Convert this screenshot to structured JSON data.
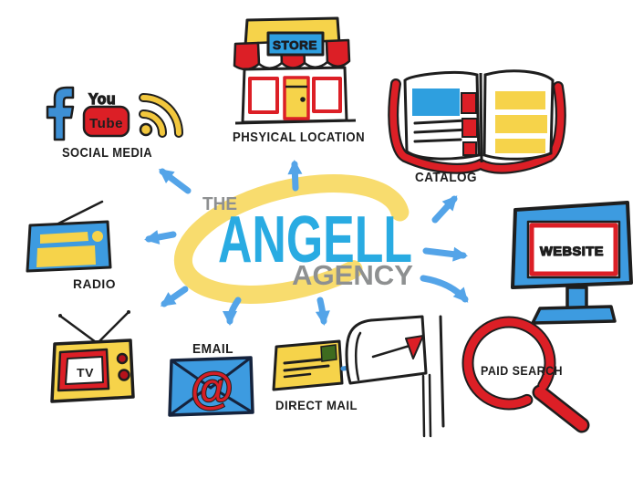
{
  "background_color": "#ffffff",
  "logo": {
    "line1": "THE",
    "line2": "ANGELL",
    "line3": "AGENCY",
    "accent_color": "#29abe2",
    "gray_color": "#8e9091",
    "swoosh_color": "#f8dc6e"
  },
  "channels": {
    "social_media": {
      "label": "SOCIAL MEDIA",
      "icons": [
        "facebook-icon",
        "youtube-icon",
        "rss-icon"
      ],
      "youtube_word_top": "You",
      "youtube_word_bottom": "Tube"
    },
    "physical_location": {
      "label": "PHSYICAL LOCATION",
      "sign_text": "STORE",
      "icon": "storefront-icon"
    },
    "catalog": {
      "label": "CATALOG",
      "icon": "open-book-icon"
    },
    "website": {
      "label": "WEBSITE",
      "icon": "monitor-icon"
    },
    "radio": {
      "label": "RADIO",
      "icon": "radio-icon"
    },
    "tv": {
      "label": "TV",
      "icon": "tv-icon"
    },
    "email": {
      "label": "EMAIL",
      "symbol": "@",
      "icon": "envelope-icon"
    },
    "direct_mail": {
      "label": "DIRECT MAIL",
      "icon": "mailbox-icon"
    },
    "paid_search": {
      "label": "PAID SEARCH",
      "icon": "magnifier-icon"
    }
  },
  "colors": {
    "arrow_blue": "#54a4e8",
    "icon_blue": "#3d9be0",
    "red": "#dc1f26",
    "yellow": "#f6d34a",
    "outline_black": "#1e1e1e"
  }
}
